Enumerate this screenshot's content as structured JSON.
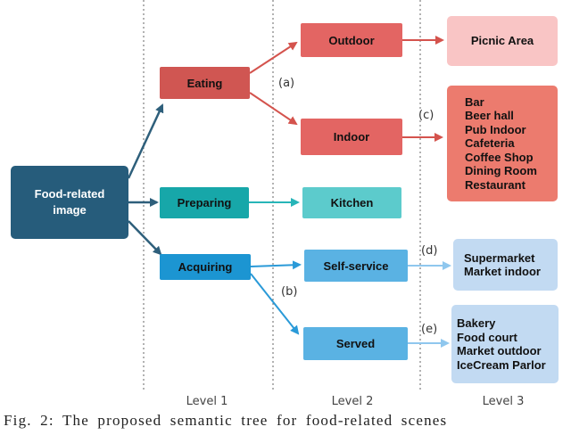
{
  "colors": {
    "root": "#265c7b",
    "eating": "#d05652",
    "outdoor": "#e36563",
    "indoor": "#e36563",
    "picnic": "#f9c5c5",
    "indoor_leaf": "#ec7b6e",
    "preparing": "#17a7a9",
    "kitchen": "#5ccbcc",
    "acquiring": "#1c95d2",
    "self_service": "#5ab2e3",
    "served": "#5ab2e3",
    "light_leaf": "#c2daf2",
    "arrow_red": "#d4534d",
    "arrow_teal": "#27b5b8",
    "arrow_blue": "#2a9ad8",
    "arrow_lightblue": "#8fc7ee",
    "arrow_dark": "#2e5f7b"
  },
  "root": {
    "lines": [
      "Food-related",
      "image"
    ]
  },
  "level1": {
    "eating": "Eating",
    "preparing": "Preparing",
    "acquiring": "Acquiring"
  },
  "level2": {
    "outdoor": "Outdoor",
    "indoor": "Indoor",
    "kitchen": "Kitchen",
    "self_service": "Self-service",
    "served": "Served"
  },
  "level3": {
    "picnic": [
      "Picnic Area"
    ],
    "indoor_list": [
      "Bar",
      "Beer hall",
      "Pub Indoor",
      "Cafeteria",
      "Coffee Shop",
      "Dining Room",
      "Restaurant"
    ],
    "self_service_list": [
      "Supermarket",
      "Market indoor"
    ],
    "served_list": [
      "Bakery",
      "Food court",
      "Market outdoor",
      "IceCream Parlor"
    ]
  },
  "edge_labels": {
    "a": "(a)",
    "b": "(b)",
    "c": "(c)",
    "d": "(d)",
    "e": "(e)"
  },
  "level_labels": {
    "l1": "Level 1",
    "l2": "Level 2",
    "l3": "Level 3"
  },
  "caption": "Fig. 2: The proposed semantic tree for food-related scenes"
}
